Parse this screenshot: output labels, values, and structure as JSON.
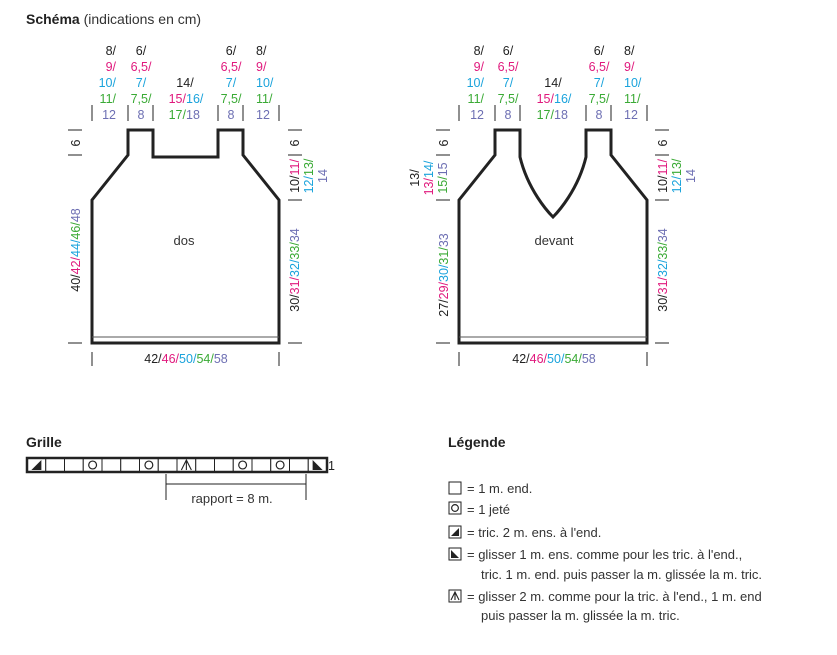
{
  "colors": {
    "size1": "#222222",
    "size2": "#e0197d",
    "size3": "#1aa3dc",
    "size4": "#3aaa35",
    "size5": "#6d6fb3"
  },
  "schema": {
    "title": "Schéma",
    "subtitle": "(indications en cm)"
  },
  "dos": {
    "label": "dos",
    "strap_sizes": [
      "8/",
      "9/",
      "10/",
      "11/",
      "12"
    ],
    "strap_width": [
      "6/",
      "6,5/",
      "7/",
      "7,5/",
      "8"
    ],
    "neck_width": [
      "14/",
      "15/",
      "16/",
      "17/",
      "18"
    ],
    "strap_height": "6",
    "armhole_height": [
      "10/",
      "11/",
      "12/",
      "13/",
      "14"
    ],
    "side_height": [
      "30/",
      "31/",
      "32/",
      "33/",
      "34"
    ],
    "total_height": [
      "40/",
      "42/",
      "44/",
      "46/",
      "48"
    ],
    "bottom_width": [
      "42/",
      "46/",
      "50/",
      "54/",
      "58"
    ]
  },
  "devant": {
    "label": "devant",
    "strap_sizes": [
      "8/",
      "9/",
      "10/",
      "11/",
      "12"
    ],
    "strap_width": [
      "6/",
      "6,5/",
      "7/",
      "7,5/",
      "8"
    ],
    "neck_width": [
      "14/",
      "15/",
      "16/",
      "17/",
      "18"
    ],
    "strap_height": "6",
    "neck_depth": [
      "13/",
      "13/",
      "14/",
      "15/",
      "15"
    ],
    "armhole_height": [
      "10/",
      "11/",
      "12/",
      "13/",
      "14"
    ],
    "side_height": [
      "30/",
      "31/",
      "32/",
      "33/",
      "34"
    ],
    "left_height": [
      "27/",
      "29/",
      "30/",
      "31/",
      "33"
    ],
    "bottom_width": [
      "42/",
      "46/",
      "50/",
      "54/",
      "58"
    ]
  },
  "grille": {
    "title": "Grille",
    "row_number": "1",
    "repeat_label": "rapport = 8 m.",
    "cells": [
      "k2tog",
      "",
      "",
      "yo",
      "",
      "",
      "yo",
      "",
      "s2kpo",
      "",
      "",
      "yo",
      "",
      "yo",
      "",
      "skpo"
    ]
  },
  "legende": {
    "title": "Légende",
    "items": [
      {
        "symbol": "knit",
        "lines": [
          "= 1 m. end."
        ]
      },
      {
        "symbol": "yo",
        "lines": [
          "= 1 jeté"
        ]
      },
      {
        "symbol": "k2tog",
        "lines": [
          "= tric. 2 m. ens. à l'end."
        ]
      },
      {
        "symbol": "skpo",
        "lines": [
          "= glisser 1 m. ens. comme pour les tric. à l'end.,",
          "tric. 1 m. end. puis passer la m. glissée la m. tric."
        ]
      },
      {
        "symbol": "s2kpo",
        "lines": [
          "= glisser 2 m. comme pour la tric. à l'end., 1 m. end",
          "puis passer la m. glissée la m. tric."
        ]
      }
    ]
  }
}
